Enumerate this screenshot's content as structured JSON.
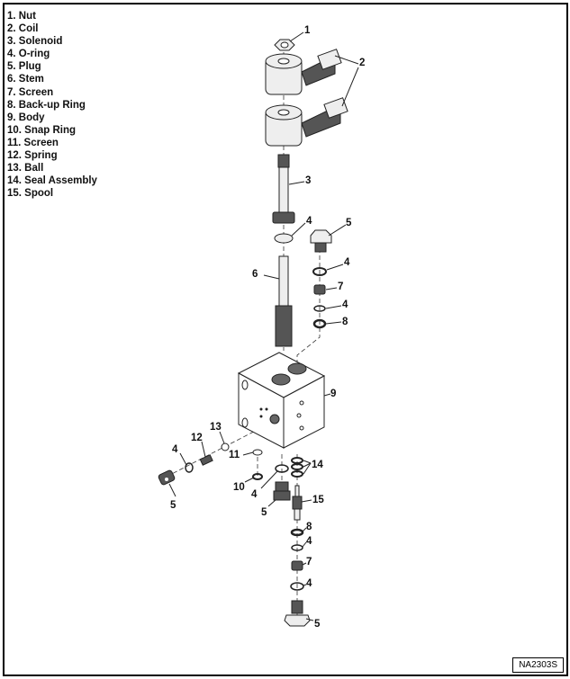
{
  "legend": [
    "1. Nut",
    "2. Coil",
    "3. Solenoid",
    "4. O-ring",
    "5. Plug",
    "6. Stem",
    "7. Screen",
    "8. Back-up Ring",
    "9. Body",
    "10. Snap Ring",
    "11. Screen",
    "12. Spring",
    "13. Ball",
    "14. Seal Assembly",
    "15. Spool"
  ],
  "callouts": {
    "nut": "1",
    "coil": "2",
    "solenoid": "3",
    "oring": "4",
    "plug": "5",
    "stem": "6",
    "screen": "7",
    "backup_ring": "8",
    "body": "9",
    "snap_ring": "10",
    "screen2": "11",
    "spring": "12",
    "ball": "13",
    "seal_assembly": "14",
    "spool": "15"
  },
  "figure_id": "NA2303S"
}
